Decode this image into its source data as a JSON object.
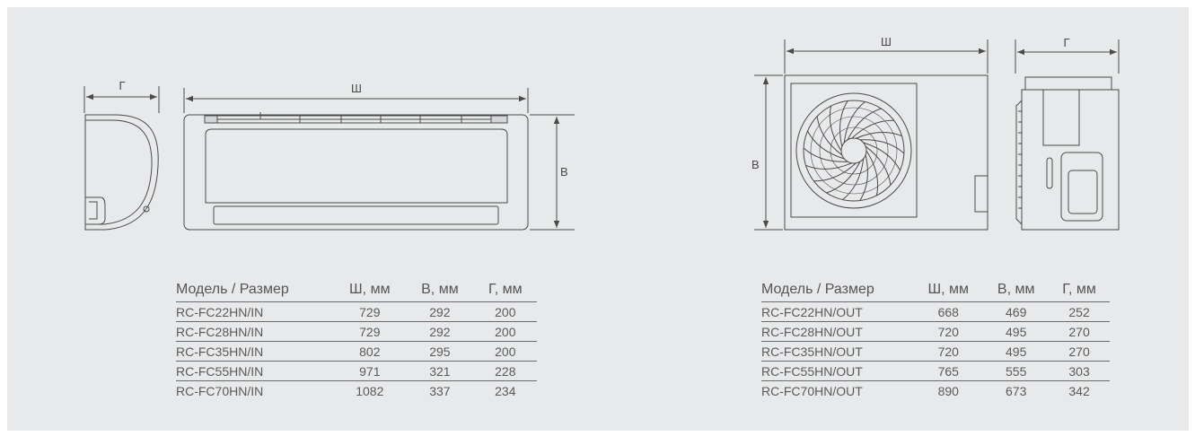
{
  "dimension_labels": {
    "width": "Ш",
    "height": "В",
    "depth": "Г"
  },
  "indoor_table": {
    "headers": [
      "Модель / Размер",
      "Ш, мм",
      "В, мм",
      "Г, мм"
    ],
    "rows": [
      [
        "RC-FC22HN/IN",
        "729",
        "292",
        "200"
      ],
      [
        "RC-FC28HN/IN",
        "729",
        "292",
        "200"
      ],
      [
        "RC-FC35HN/IN",
        "802",
        "295",
        "200"
      ],
      [
        "RC-FC55HN/IN",
        "971",
        "321",
        "228"
      ],
      [
        "RC-FC70HN/IN",
        "1082",
        "337",
        "234"
      ]
    ]
  },
  "outdoor_table": {
    "headers": [
      "Модель / Размер",
      "Ш, мм",
      "В, мм",
      "Г, мм"
    ],
    "rows": [
      [
        "RC-FC22HN/OUT",
        "668",
        "469",
        "252"
      ],
      [
        "RC-FC28HN/OUT",
        "720",
        "495",
        "270"
      ],
      [
        "RC-FC35HN/OUT",
        "720",
        "495",
        "270"
      ],
      [
        "RC-FC55HN/OUT",
        "765",
        "555",
        "303"
      ],
      [
        "RC-FC70HN/OUT",
        "890",
        "673",
        "342"
      ]
    ]
  },
  "colors": {
    "background": "#e8e9eb",
    "line": "#4a4a4a"
  }
}
